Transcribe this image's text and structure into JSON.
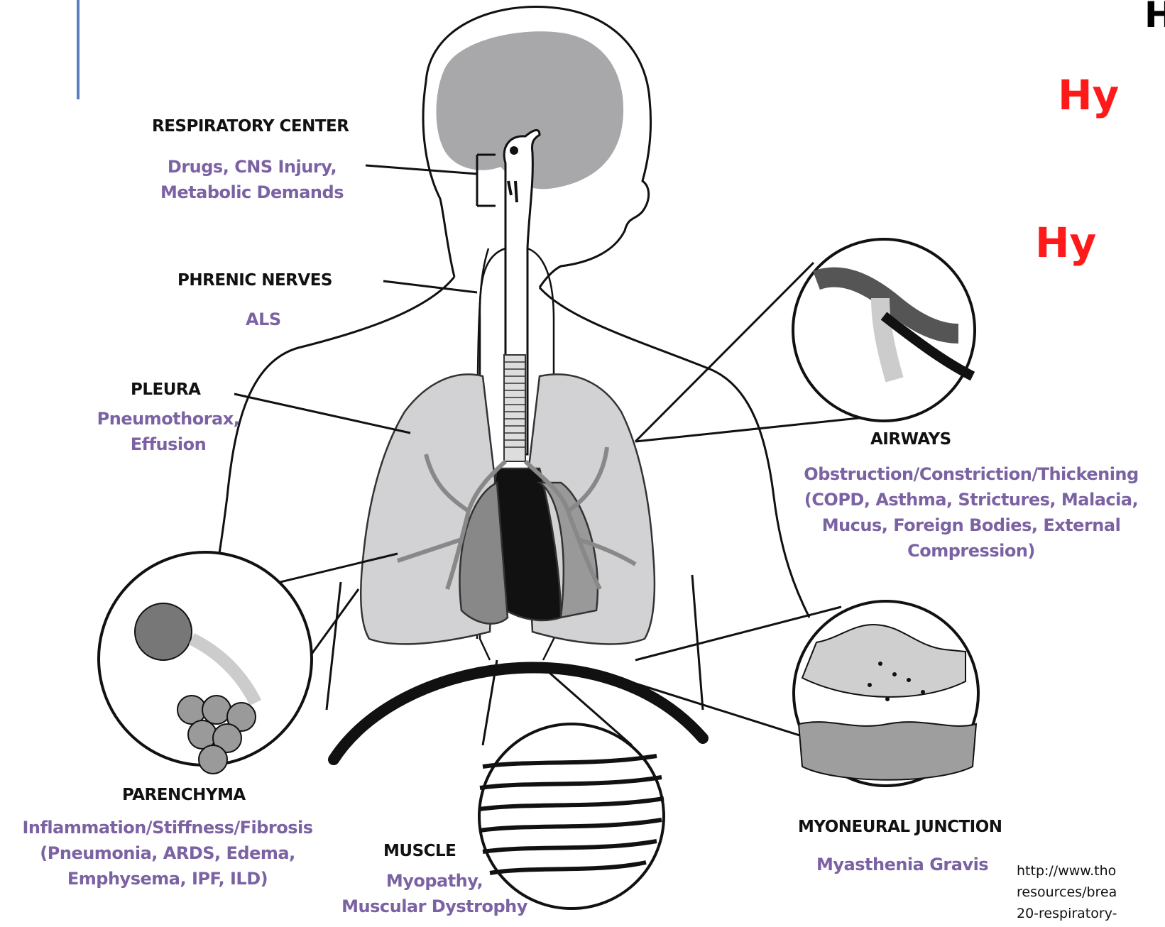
{
  "slide": {
    "top_right_fragment": "H",
    "title_line_1": "Hy",
    "title_line_2": "Hy",
    "accent_bar_color": "#5b7fc2",
    "title_color": "#ff1a1a",
    "cause_text_color": "#7b62a3"
  },
  "labels": {
    "respiratory_center": {
      "heading": "RESPIRATORY CENTER",
      "causes": [
        "Drugs, CNS Injury,",
        "Metabolic Demands"
      ]
    },
    "phrenic_nerves": {
      "heading": "PHRENIC NERVES",
      "causes": [
        "ALS"
      ]
    },
    "pleura": {
      "heading": "PLEURA",
      "causes": [
        "Pneumothorax,",
        "Effusion"
      ]
    },
    "airways": {
      "heading": "AIRWAYS",
      "causes": [
        "Obstruction/Constriction/Thickening",
        "(COPD, Asthma, Strictures, Malacia,",
        "Mucus, Foreign Bodies, External",
        "Compression)"
      ]
    },
    "parenchyma": {
      "heading": "PARENCHYMA",
      "causes": [
        "Inflammation/Stiffness/Fibrosis",
        "(Pneumonia, ARDS, Edema,",
        "Emphysema, IPF, ILD)"
      ]
    },
    "muscle": {
      "heading": "MUSCLE",
      "causes": [
        "Myopathy,",
        "Muscular Dystrophy"
      ]
    },
    "myoneural_junction": {
      "heading": "MYONEURAL JUNCTION",
      "causes": [
        "Myasthenia Gravis"
      ]
    }
  },
  "source_url_lines": [
    "http://www.tho",
    "resources/brea",
    "20-respiratory-"
  ]
}
